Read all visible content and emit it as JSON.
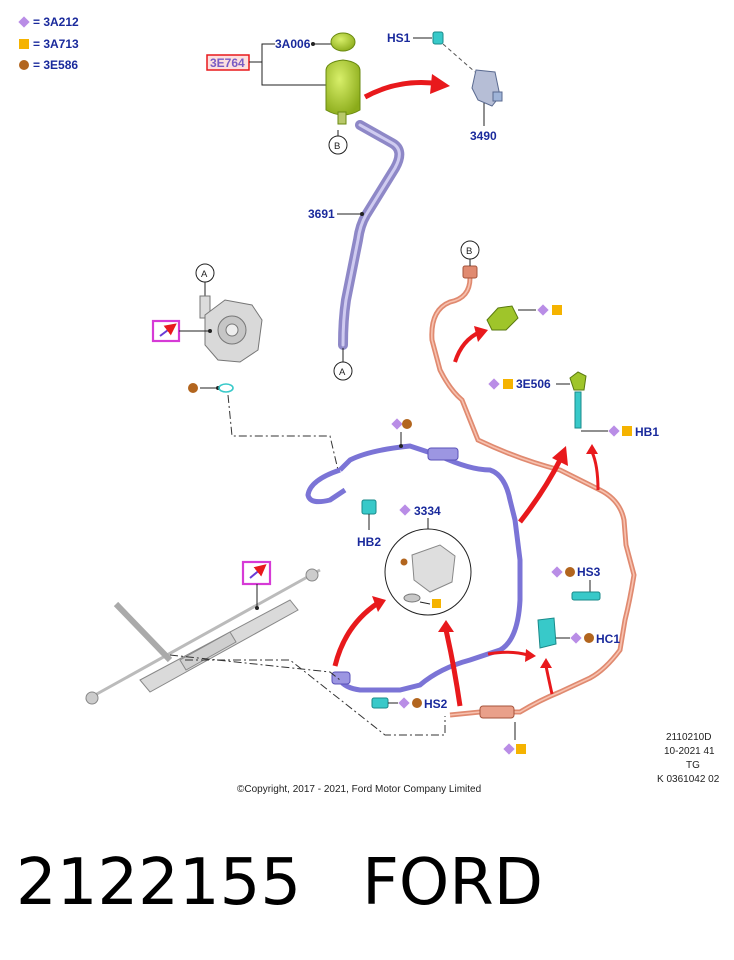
{
  "legend": {
    "items": [
      {
        "shape": "diamond",
        "color": "#b98de6",
        "code": "= 3A212"
      },
      {
        "shape": "square",
        "color": "#f5b300",
        "code": "= 3A713"
      },
      {
        "shape": "circle",
        "color": "#b2651e",
        "code": "= 3E586"
      }
    ]
  },
  "callouts": {
    "reservoir_cap": "3A006",
    "reservoir_assembly": "3E764",
    "bolt_hs1": "HS1",
    "bracket": "3490",
    "supply_hose": "3691",
    "pressure_line_part": "3E506",
    "bolt_hb1": "HB1",
    "bolt_hb2": "HB2",
    "pump_detail": "3334",
    "bolt_hs3": "HS3",
    "clip_hc1": "HC1",
    "bolt_hs2": "HS2",
    "connector_a_top": "A",
    "connector_a_bottom": "A",
    "connector_b_top": "B",
    "connector_b_bottom": "B"
  },
  "meta": {
    "line1": "2110210D",
    "line2": "10-2021 41",
    "line3": "TG",
    "line4": "K 0361042 02"
  },
  "copyright": "©Copyright, 2017 - 2021, Ford Motor Company Limited",
  "bottom": {
    "part_number": "2122155",
    "brand": "FORD"
  },
  "colors": {
    "label_blue": "#1a2a9c",
    "return_line": "#7b74d6",
    "pressure_line": "#e08a70",
    "reservoir": "#a9cc2a",
    "fastener": "#38c9c9",
    "arrow": "#e8191c",
    "highlight": "#d63ad6"
  }
}
